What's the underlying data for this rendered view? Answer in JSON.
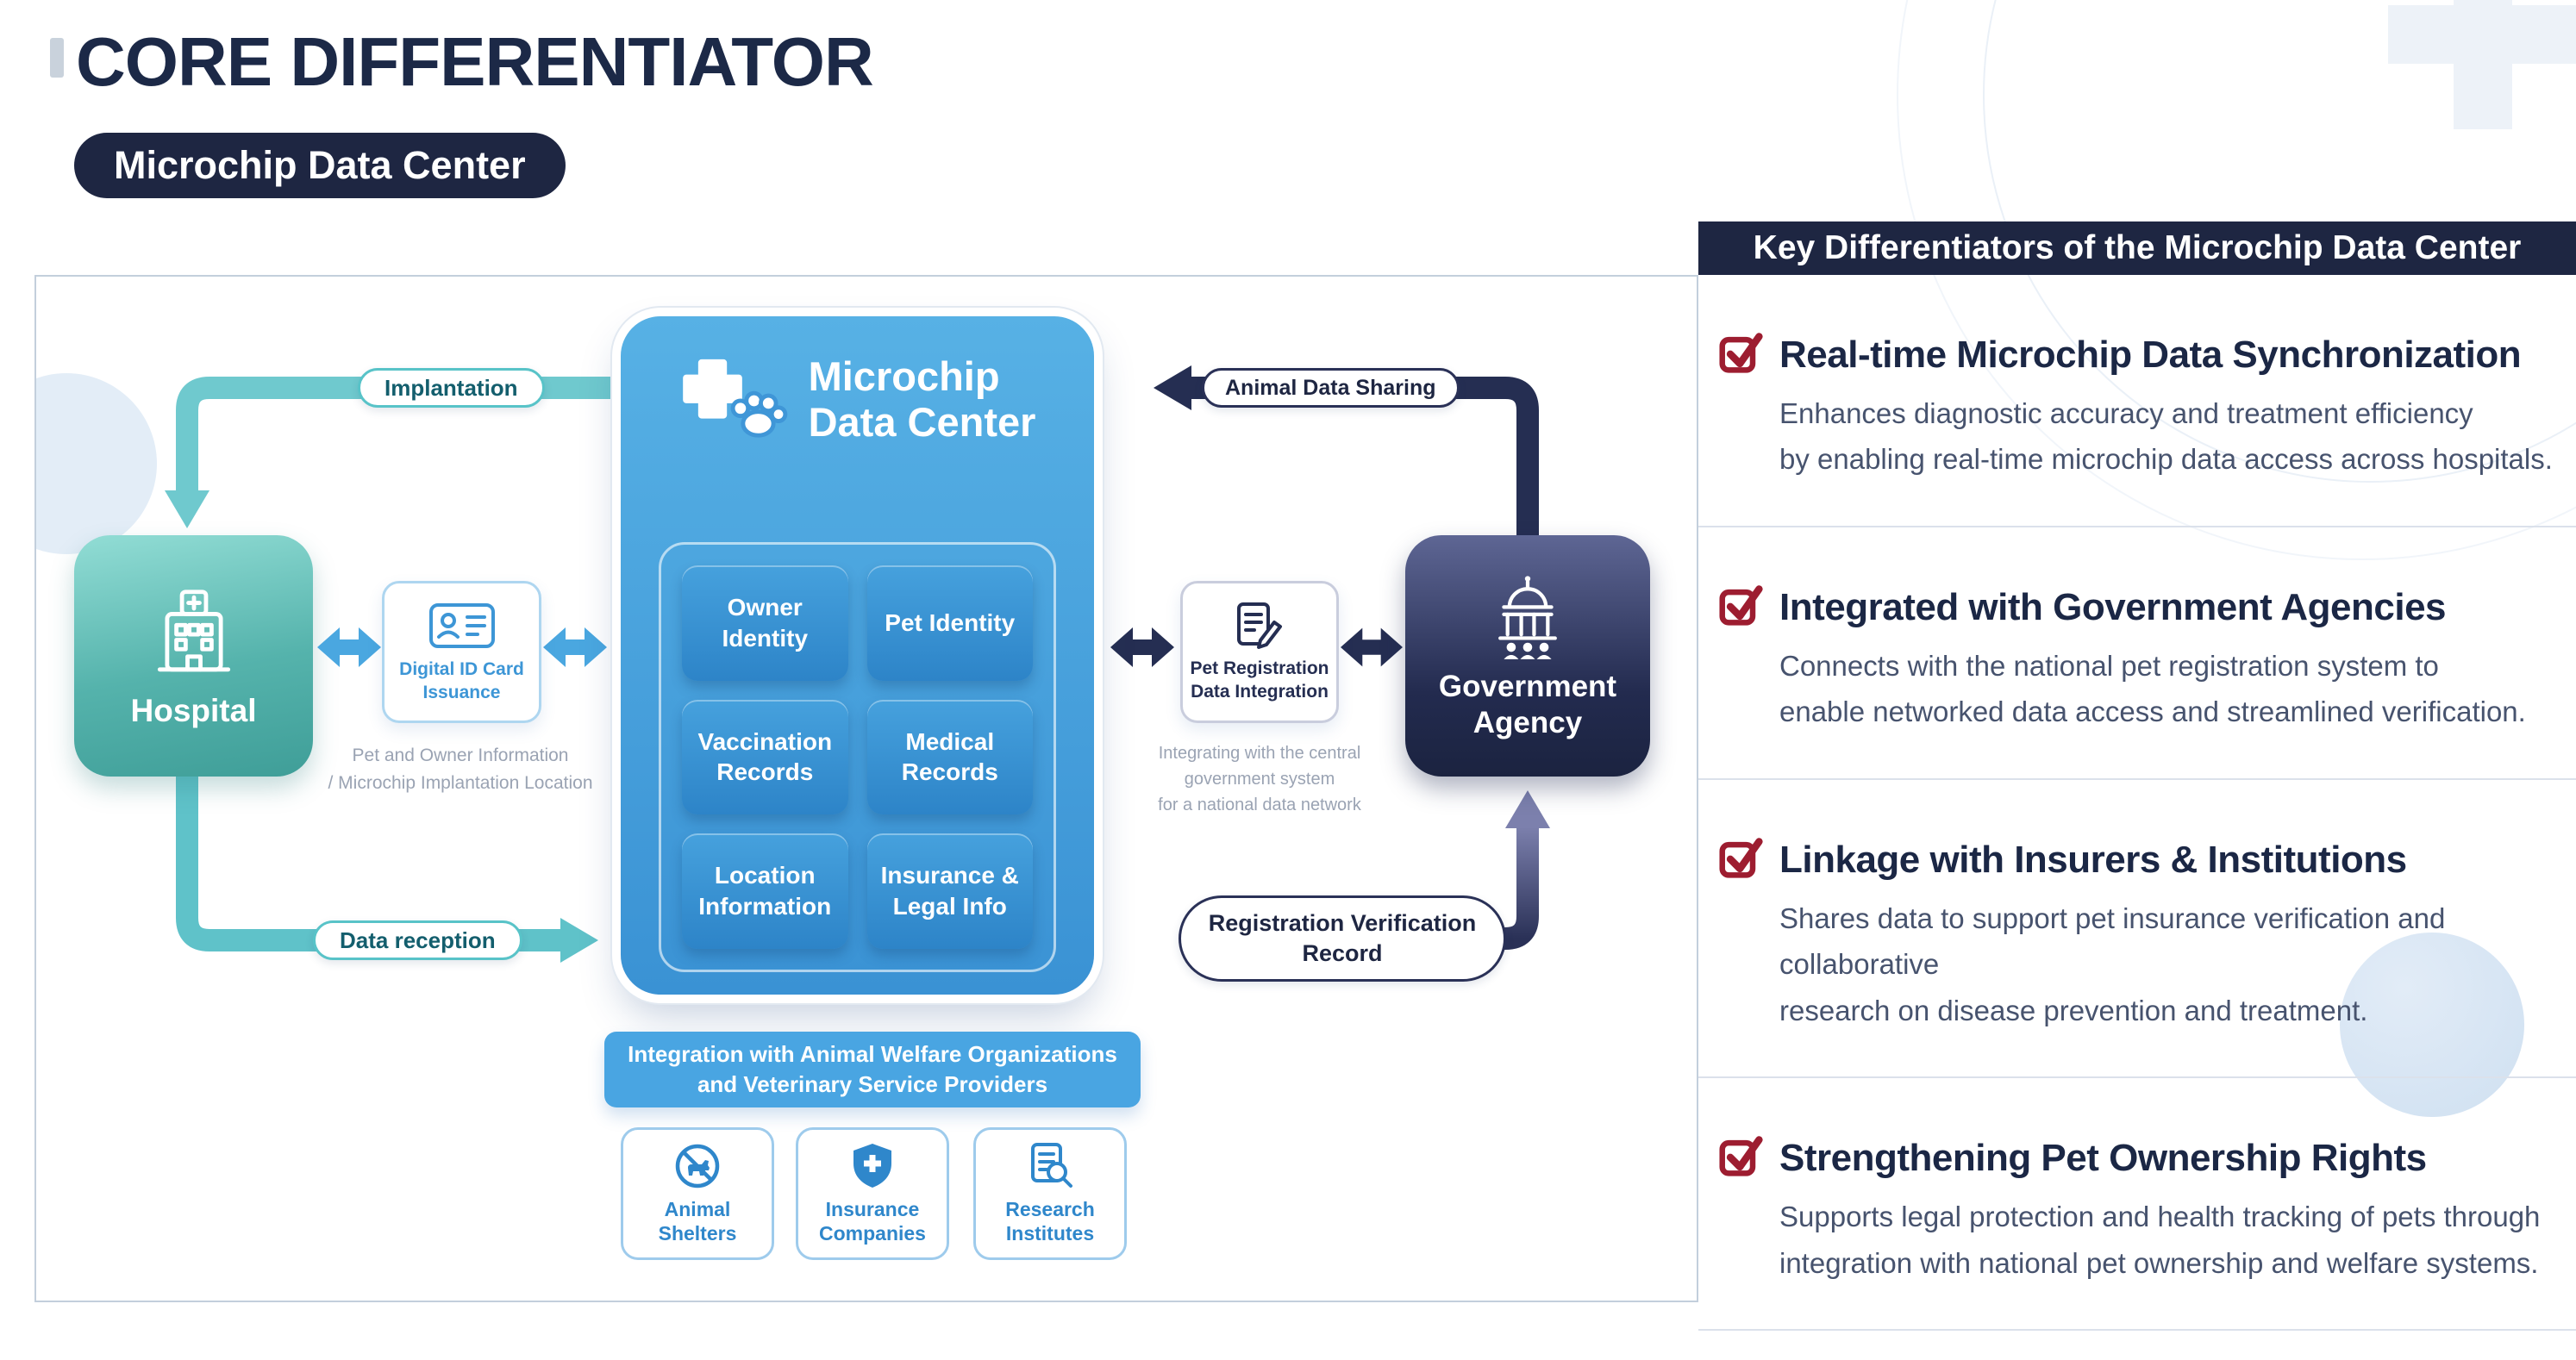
{
  "colors": {
    "navy": "#1e2642",
    "teal": "#58c3c8",
    "blue": "#3a92d4",
    "light_blue": "#49a5e2",
    "check_red": "#9d1d30"
  },
  "header": {
    "title": "CORE DIFFERENTIATOR",
    "badge": "Microchip Data Center"
  },
  "diagram": {
    "hospital": {
      "label": "Hospital"
    },
    "data_center": {
      "title_line1": "Microchip",
      "title_line2": "Data Center",
      "modules": [
        "Owner Identity",
        "Pet Identity",
        "Vaccination Records",
        "Medical Records",
        "Location Information",
        "Insurance & Legal Info"
      ]
    },
    "government": {
      "label_line1": "Government",
      "label_line2": "Agency"
    },
    "pills": {
      "implantation": "Implantation",
      "data_reception": "Data reception",
      "animal_data_sharing": "Animal Data Sharing",
      "registration_verification_line1": "Registration Verification",
      "registration_verification_line2": "Record"
    },
    "id_card": {
      "label_line1": "Digital ID Card",
      "label_line2": "Issuance",
      "caption_line1": "Pet and Owner Information",
      "caption_line2": "/ Microchip Implantation Location"
    },
    "pet_registration": {
      "label_line1": "Pet Registration",
      "label_line2": "Data Integration",
      "caption_line1": "Integrating with the central",
      "caption_line2": "government system",
      "caption_line3": "for a national data network"
    },
    "banner": {
      "line1": "Integration with Animal Welfare Organizations",
      "line2": "and Veterinary Service Providers"
    },
    "partners": [
      {
        "label_line1": "Animal",
        "label_line2": "Shelters"
      },
      {
        "label_line1": "Insurance",
        "label_line2": "Companies"
      },
      {
        "label_line1": "Research",
        "label_line2": "Institutes"
      }
    ]
  },
  "key_differentiators": {
    "header": "Key Differentiators of the Microchip Data Center",
    "items": [
      {
        "title": "Real-time Microchip Data Synchronization",
        "desc_line1": "Enhances diagnostic accuracy and treatment efficiency",
        "desc_line2": "by enabling real-time microchip data access across hospitals."
      },
      {
        "title": "Integrated with Government Agencies",
        "desc_line1": "Connects with the national pet registration system to",
        "desc_line2": "enable networked data access and streamlined verification."
      },
      {
        "title": "Linkage with Insurers & Institutions",
        "desc_line1": "Shares data to support pet insurance verification and collaborative",
        "desc_line2": "research on disease prevention and treatment."
      },
      {
        "title": "Strengthening Pet Ownership Rights",
        "desc_line1": "Supports legal protection and health tracking of pets through",
        "desc_line2": "integration with national pet ownership and welfare systems."
      }
    ]
  }
}
